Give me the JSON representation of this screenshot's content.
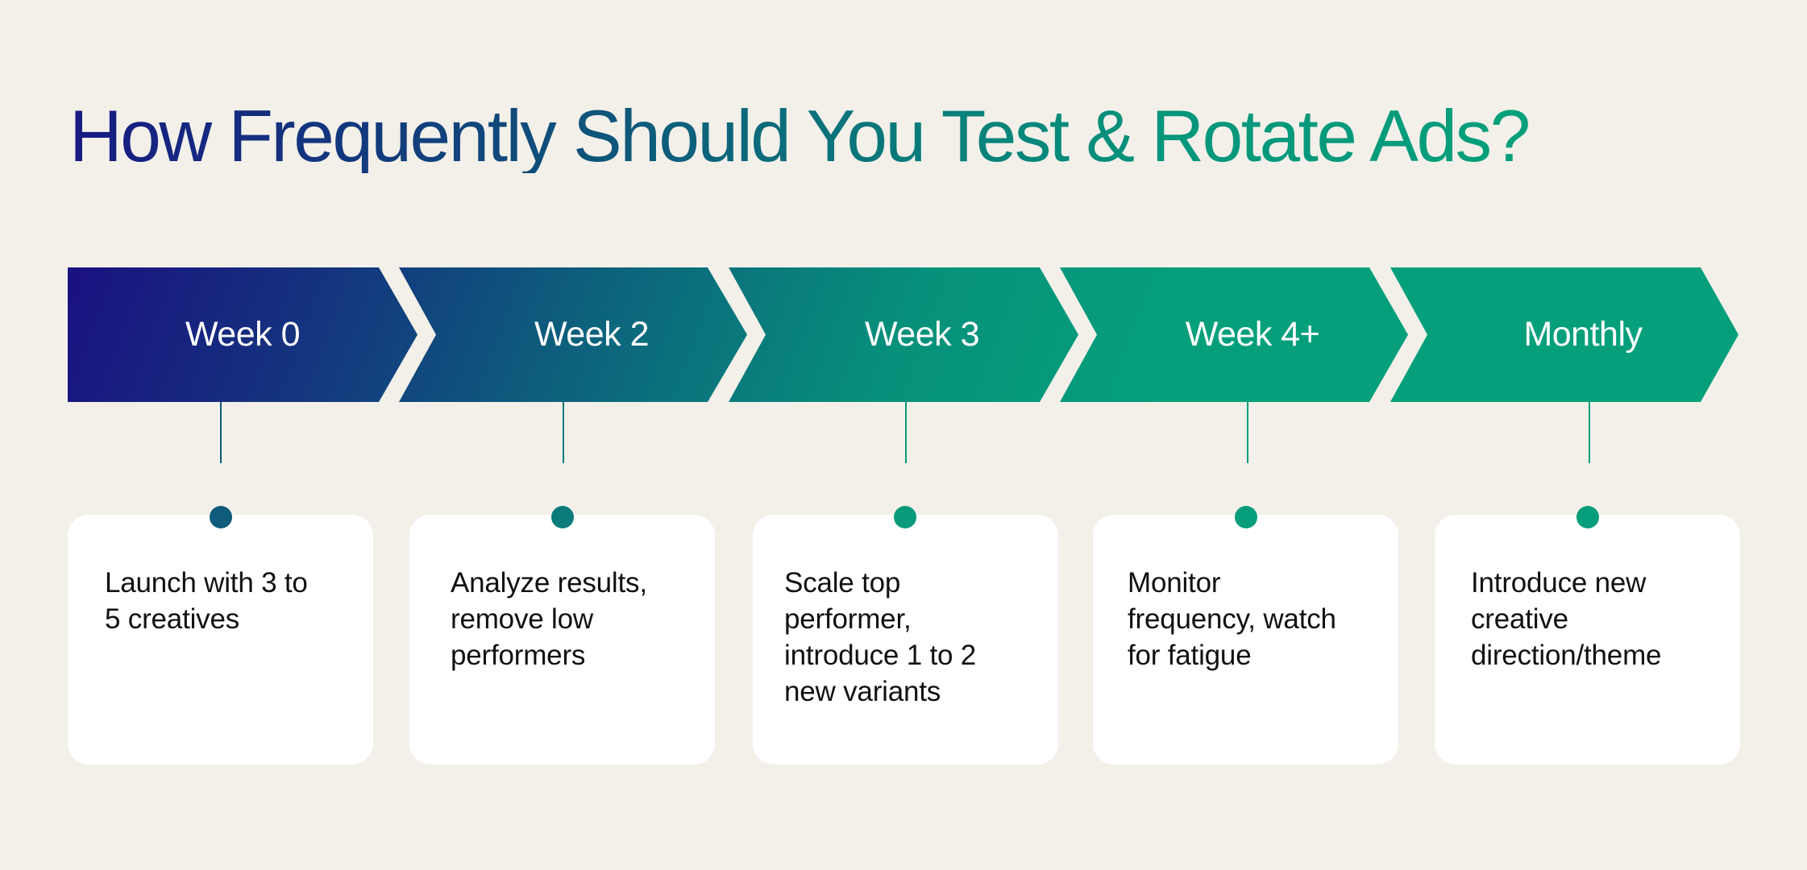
{
  "title": "How Frequently Should You Test & Rotate Ads?",
  "colors": {
    "background": "#f3f0ea",
    "gradient_start": "#1a0f80",
    "gradient_end": "#05a07b",
    "card": "#ffffff",
    "text": "#111111"
  },
  "steps": [
    {
      "label": "Week 0",
      "color": "#0f5b7c",
      "description": [
        "Launch with 3 to",
        "5 creatives"
      ]
    },
    {
      "label": "Week 2",
      "color": "#0b7b7b",
      "description": [
        "Analyze results,",
        "remove low",
        "performers"
      ]
    },
    {
      "label": "Week 3",
      "color": "#089a7b",
      "description": [
        "Scale top",
        "performer,",
        "introduce 1 to 2",
        "new variants"
      ]
    },
    {
      "label": "Week 4+",
      "color": "#079e7b",
      "description": [
        "Monitor",
        "frequency, watch",
        "for fatigue"
      ]
    },
    {
      "label": "Monthly",
      "color": "#079e7b",
      "description": [
        "Introduce new",
        "creative",
        "direction/theme"
      ]
    }
  ]
}
